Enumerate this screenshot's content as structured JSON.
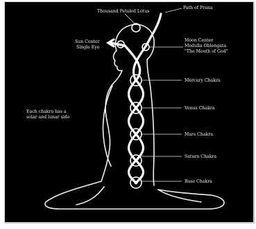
{
  "labels": {
    "top": "Thousand Petaled Lotus",
    "path": "Path of Prana",
    "sun_line1": "Sun Center",
    "sun_line2": "Single Eye",
    "moon_line1": "Moon Center",
    "moon_line2": "Medulla Oblongata",
    "moon_line3": "\"The Mouth of God\"",
    "side_line1": "Each chakra has a",
    "side_line2": "solar and lunar side",
    "chakras": [
      "Mercury Chakra",
      "Venus Chakra",
      "Mars Chakra",
      "Saturn Chakra",
      "Base Chakra"
    ]
  },
  "colors": {
    "background": "#000000",
    "lines": "#ffffff"
  }
}
